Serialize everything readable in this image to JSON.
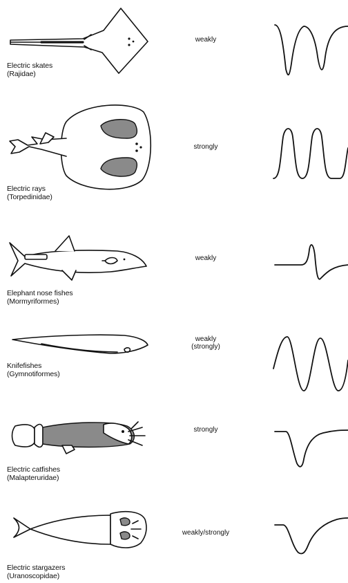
{
  "groups": [
    {
      "name": "Electric skates",
      "family": "(Rajidae)",
      "discharge": [
        "weakly"
      ],
      "waveform": "negative-double-spike"
    },
    {
      "name": "Electric rays",
      "family": "(Torpedinidae)",
      "discharge": [
        "strongly"
      ],
      "waveform": "positive-pulses"
    },
    {
      "name": "Elephant nose fishes",
      "family": "(Mormyriformes)",
      "discharge": [
        "weakly"
      ],
      "waveform": "biphasic-pulse"
    },
    {
      "name": "Knifefishes",
      "family": "(Gymnotiformes)",
      "discharge": [
        "weakly",
        "(strongly)"
      ],
      "waveform": "sine-wave"
    },
    {
      "name": "Electric catfishes",
      "family": "(Malapteruridae)",
      "discharge": [
        "strongly"
      ],
      "waveform": "negative-pulse"
    },
    {
      "name": "Electric stargazers",
      "family": "(Uranoscopidae)",
      "discharge": [
        "weakly/strongly"
      ],
      "waveform": "negative-pulse"
    }
  ]
}
